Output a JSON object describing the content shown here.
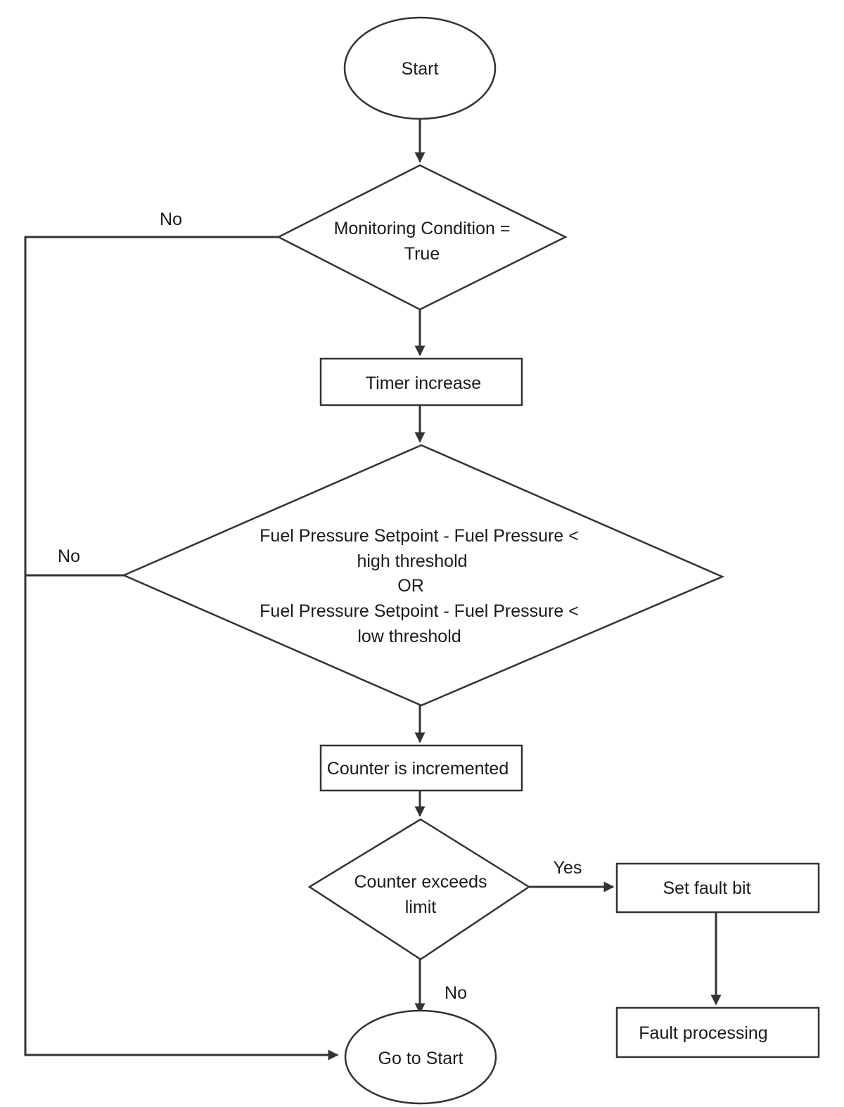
{
  "diagram": {
    "start_label": "Start",
    "monitoring_line1": "Monitoring Condition =",
    "monitoring_line2": "True",
    "timer_label": "Timer increase",
    "pressure_line1": "Fuel Pressure Setpoint - Fuel Pressure <",
    "pressure_line2": "high threshold",
    "pressure_line3": "OR",
    "pressure_line4": "Fuel Pressure Setpoint - Fuel Pressure <",
    "pressure_line5": "low threshold",
    "counter_label": "Counter is incremented",
    "exceeds_line1": "Counter exceeds",
    "exceeds_line2": "limit",
    "set_fault_label": "Set fault bit",
    "fault_processing_label": "Fault processing",
    "goto_start_label": "Go to Start",
    "no_monitoring": "No",
    "no_pressure": "No",
    "yes_exceeds": "Yes",
    "no_exceeds": "No"
  }
}
